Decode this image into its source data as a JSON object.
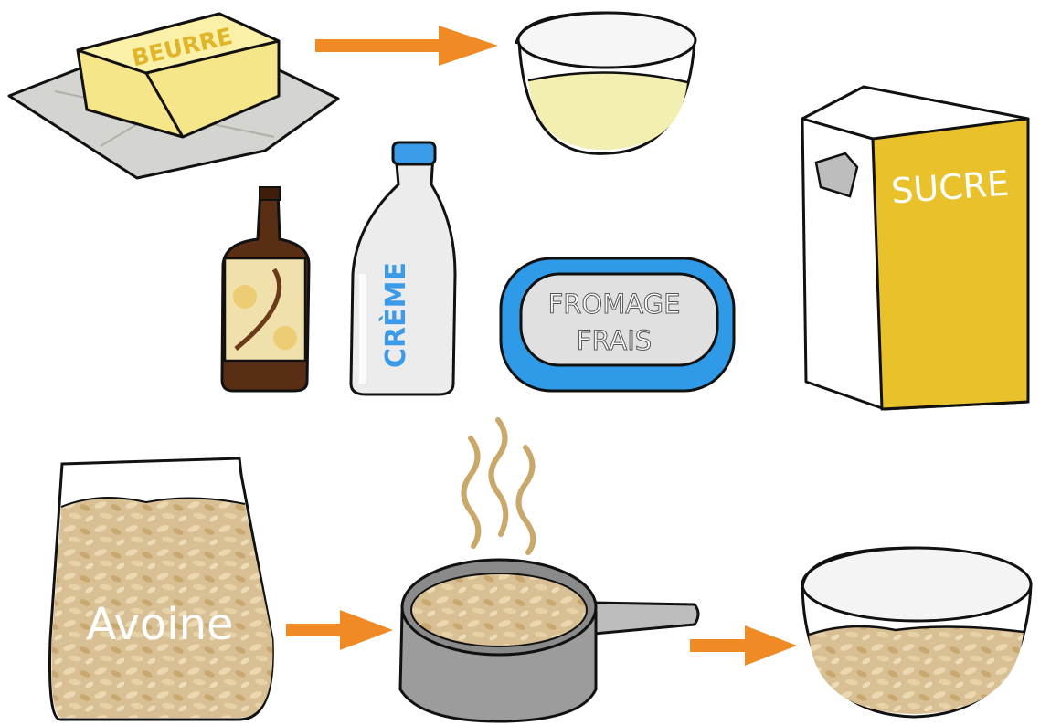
{
  "labels": {
    "butter": "BEURRE",
    "cream": "CRÈME",
    "cheese_line1": "FROMAGE",
    "cheese_line2": "FRAIS",
    "sugar": "SUCRE",
    "oats": "Avoine"
  },
  "colors": {
    "arrow": "#f08a24",
    "butter": "#f6e68a",
    "butter_label": "#e0b52a",
    "melted_butter": "#f3efb0",
    "sugar_box": "#e9c12a",
    "cheese_tub": "#2f9be8",
    "cheese_lid": "#dcdcdc",
    "cream_label": "#3c9be8",
    "vanilla_bottle": "#5a2e14",
    "oats": "#d9bf94",
    "pot": "#9c9c9c",
    "steam": "#c9a86a",
    "outline": "#111111"
  }
}
